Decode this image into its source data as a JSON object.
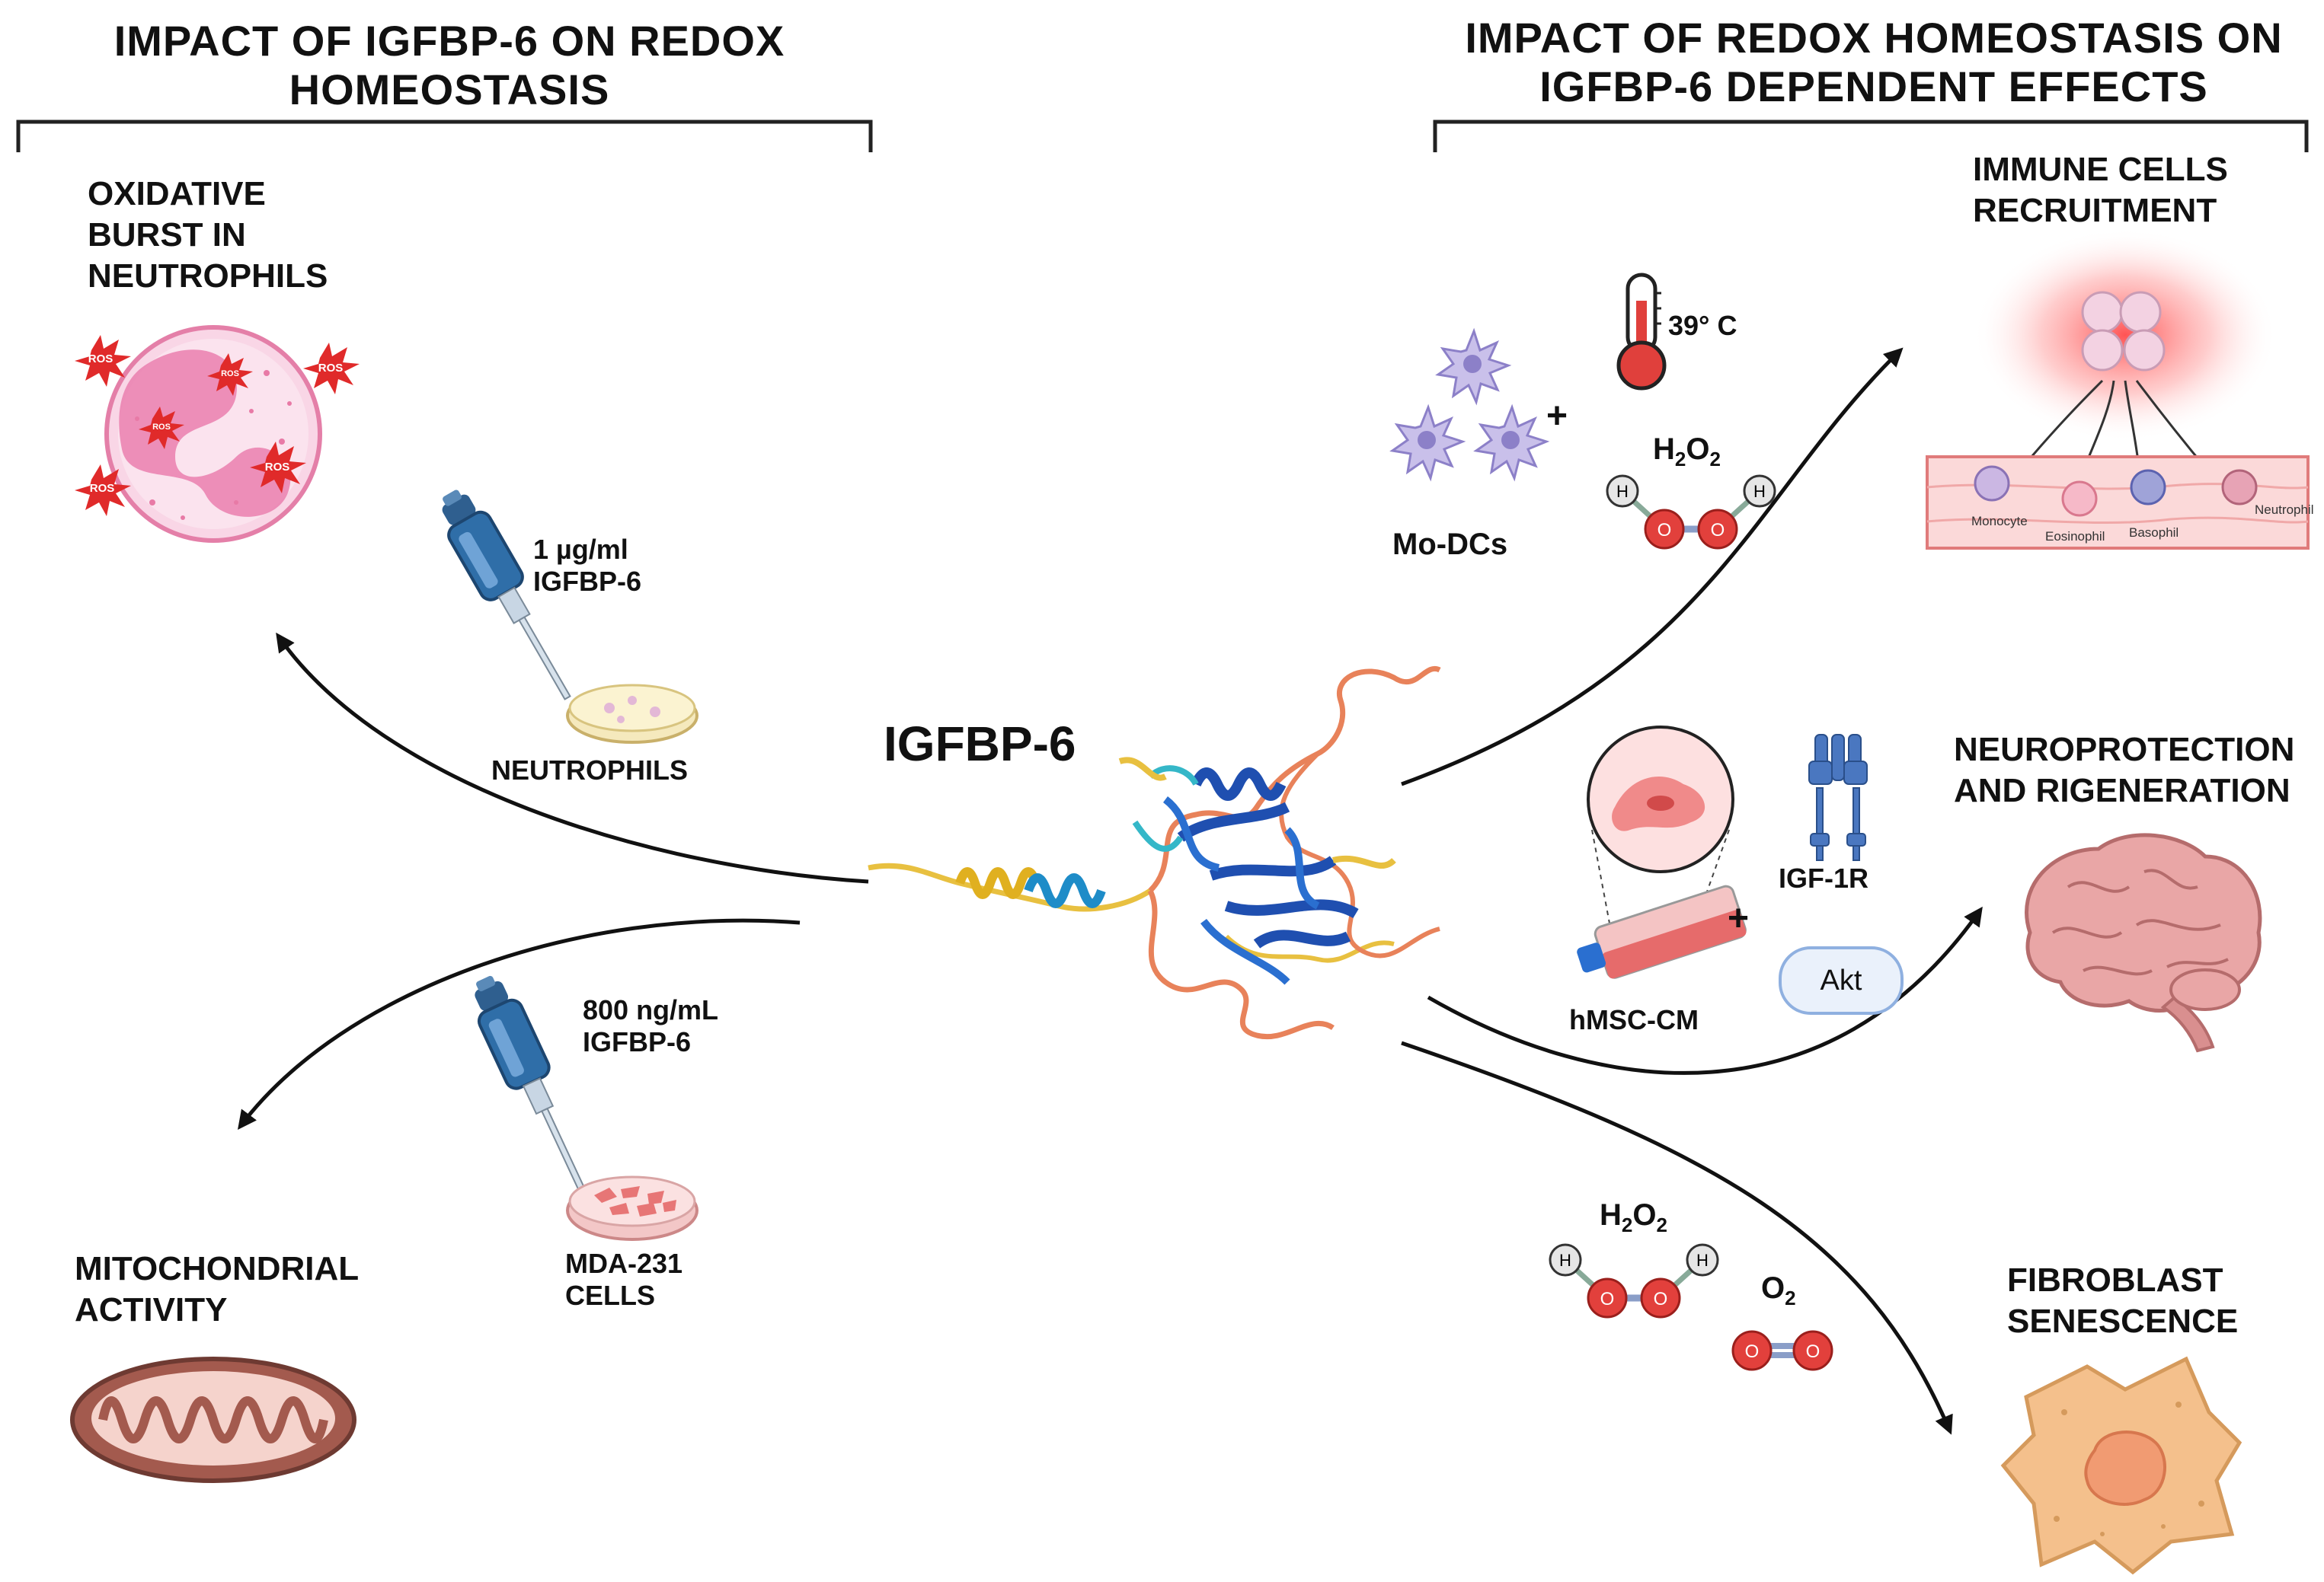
{
  "left_section": {
    "title": "IMPACT OF IGFBP-6 ON REDOX HOMEOSTASIS",
    "oxidative": {
      "label": "OXIDATIVE BURST IN NEUTROPHILS",
      "ros_badge": "ROS"
    },
    "pipette1": {
      "dose": "1 µg/ml",
      "protein": "IGFBP-6",
      "cells": "NEUTROPHILS"
    },
    "pipette2": {
      "dose": "800 ng/mL",
      "protein": "IGFBP-6",
      "cells_line1": "MDA-231",
      "cells_line2": "CELLS"
    },
    "mitochondrial": {
      "label": "MITOCHONDRIAL ACTIVITY"
    }
  },
  "center": {
    "protein_label": "IGFBP-6"
  },
  "right_section": {
    "title": "IMPACT OF REDOX HOMEOSTASIS ON IGFBP-6 DEPENDENT EFFECTS",
    "immune": {
      "label_line1": "IMMUNE CELLS",
      "label_line2": "RECRUITMENT",
      "temperature": "39° C",
      "cells_label": "Mo-DCs",
      "plus": "+",
      "h2o2_label": "H",
      "h2o2_sub1": "2",
      "h2o2_o": "O",
      "h2o2_sub2": "2",
      "vessel_labels": [
        "Monocyte",
        "Eosinophil",
        "Basophil",
        "Neutrophil"
      ]
    },
    "neuro": {
      "label_line1": "NEUROPROTECTION",
      "label_line2": "AND RIGENERATION",
      "medium_label": "hMSC-CM",
      "receptor_label": "IGF-1R",
      "akt_label": "Akt",
      "plus": "+"
    },
    "fibroblast": {
      "label_line1": "FIBROBLAST",
      "label_line2": "SENESCENCE",
      "h2o2_label": "H",
      "h2o2_sub1": "2",
      "h2o2_o": "O",
      "h2o2_sub2": "2",
      "o2_label": "O",
      "o2_sub": "2"
    }
  },
  "atoms": {
    "hydrogen": "H",
    "oxygen": "O"
  },
  "colors": {
    "arrow": "#111111",
    "ros_red": "#e02a2a",
    "pipette_blue": "#2f5f8f",
    "helix_blue": "#1f4fb0",
    "coil_orange": "#e8825a",
    "coil_yellow": "#e8c040",
    "brain_pink": "#e9a6a6",
    "mito_brown": "#a35a4e",
    "fibroblast_orange": "#f4c08c",
    "oxygen_red": "#e2403c"
  }
}
